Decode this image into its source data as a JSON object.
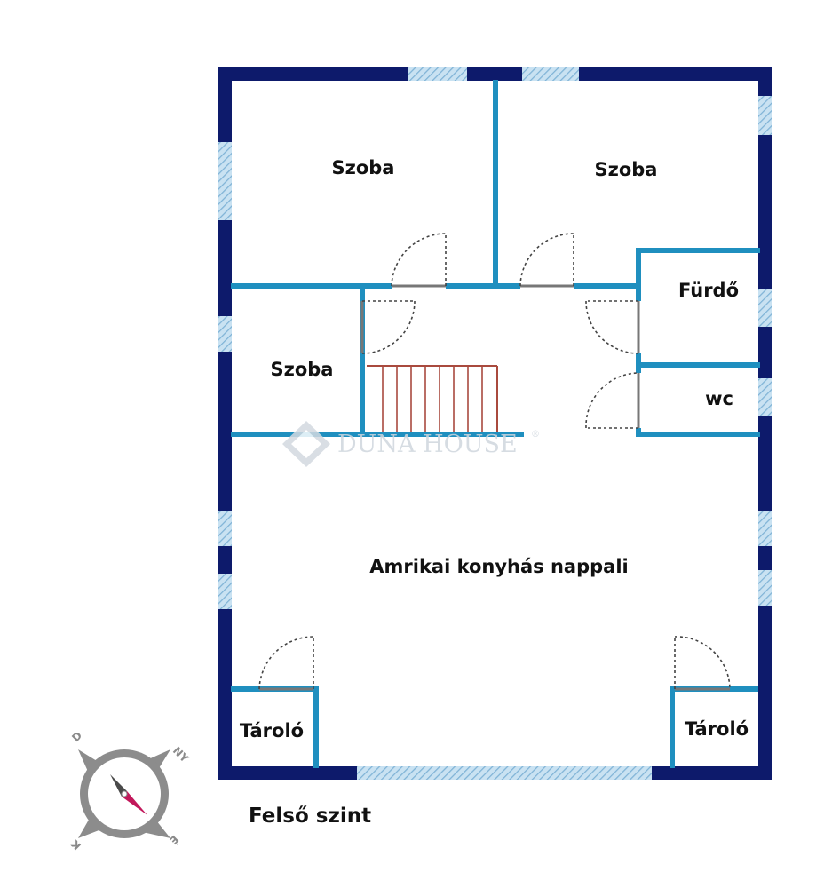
{
  "plan": {
    "floor_title": "Felső szint",
    "rooms": {
      "szoba_1": "Szoba",
      "szoba_2": "Szoba",
      "szoba_3": "Szoba",
      "furdo": "Fürdő",
      "wc": "wc",
      "nappali": "Amrikai konyhás nappali",
      "tarolo_left": "Tároló",
      "tarolo_right": "Tároló"
    },
    "watermark": "DUNA HOUSE",
    "watermark_mark": "®"
  },
  "compass": {
    "letters": {
      "d": "D",
      "ny": "NY",
      "k": "K",
      "e": "É"
    }
  },
  "colors": {
    "outer_wall": "#0d1a6b",
    "inner_wall": "#1f8fbf",
    "window": "#9ec9e6",
    "stairs": "#a94a3e"
  }
}
